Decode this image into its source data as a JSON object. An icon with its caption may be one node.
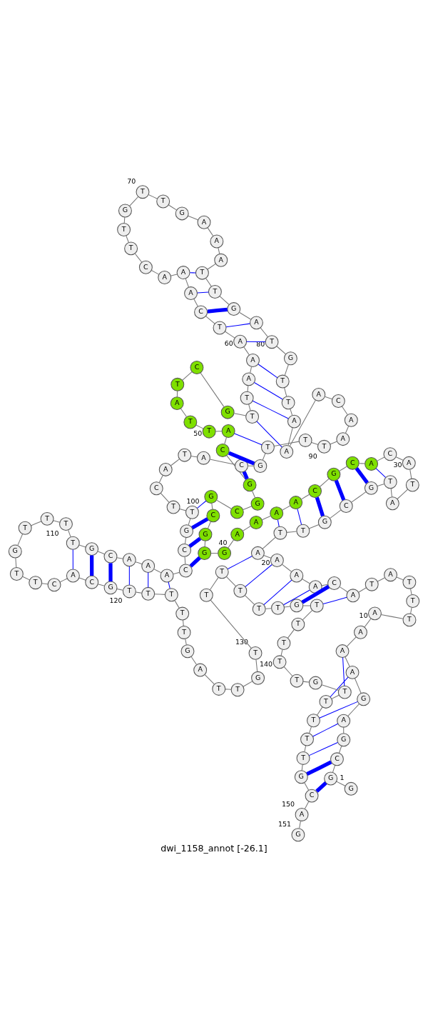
{
  "diagram": {
    "caption": "dwi_1158_annot [-26.1]",
    "nodes": [
      {
        "text": [
          "G"
        ],
        "beside": [
          "1"
        ]
      },
      {
        "text": [
          "G"
        ]
      },
      {
        "text": [
          "C"
        ]
      },
      {
        "text": [
          "G"
        ]
      },
      {
        "text": [
          "A"
        ]
      },
      {
        "text": [
          "G"
        ]
      },
      {
        "text": [
          "A"
        ]
      },
      {
        "text": [
          "A"
        ]
      },
      {
        "text": [
          "A"
        ]
      },
      {
        "text": [
          "A"
        ],
        "beside": [
          "10"
        ]
      },
      {
        "text": [
          "T"
        ]
      },
      {
        "text": [
          "T"
        ]
      },
      {
        "text": [
          "T"
        ]
      },
      {
        "text": [
          "A"
        ]
      },
      {
        "text": [
          "T"
        ]
      },
      {
        "text": [
          "A"
        ]
      },
      {
        "text": [
          "C"
        ]
      },
      {
        "text": [
          "A"
        ]
      },
      {
        "text": [
          "A"
        ]
      },
      {
        "text": [
          "A"
        ],
        "beside": [
          "20"
        ]
      },
      {
        "text": [
          "A"
        ]
      },
      {
        "text": [
          "T"
        ]
      },
      {
        "text": [
          "T"
        ]
      },
      {
        "text": [
          "G"
        ]
      },
      {
        "text": [
          "C"
        ]
      },
      {
        "text": [
          "G"
        ]
      },
      {
        "text": [
          "T"
        ]
      },
      {
        "text": [
          "A"
        ]
      },
      {
        "text": [
          "T"
        ]
      },
      {
        "text": [
          "A"
        ],
        "beside": [
          "30"
        ]
      },
      {
        "text": [
          "C"
        ]
      },
      {
        "text": [
          "A"
        ]
      },
      {
        "text": [
          "C"
        ]
      },
      {
        "text": [
          "G"
        ]
      },
      {
        "text": [
          "C"
        ]
      },
      {
        "text": [
          "A"
        ]
      },
      {
        "text": [
          "A"
        ]
      },
      {
        "text": [
          "A"
        ]
      },
      {
        "text": [
          "A"
        ]
      },
      {
        "text": [
          "G"
        ],
        "beside": [
          "40"
        ]
      },
      {
        "text": [
          "G"
        ]
      },
      {
        "text": [
          "G"
        ]
      },
      {
        "text": [
          "C"
        ]
      },
      {
        "text": [
          "G"
        ]
      },
      {
        "text": [
          "C"
        ]
      },
      {
        "text": [
          "G"
        ]
      },
      {
        "text": [
          "G"
        ]
      },
      {
        "text": [
          "C"
        ]
      },
      {
        "text": [
          "A"
        ]
      },
      {
        "text": [
          "T"
        ],
        "beside": [
          "50"
        ]
      },
      {
        "text": [
          "T"
        ]
      },
      {
        "text": [
          "A"
        ]
      },
      {
        "text": [
          "T"
        ]
      },
      {
        "text": [
          "C"
        ]
      },
      {
        "text": [
          "G"
        ]
      },
      {
        "text": [
          "T"
        ]
      },
      {
        "text": [
          "T"
        ]
      },
      {
        "text": [
          "A"
        ]
      },
      {
        "text": [
          "A"
        ]
      },
      {
        "text": [
          "A"
        ],
        "beside": [
          "60"
        ]
      },
      {
        "text": [
          "T"
        ]
      },
      {
        "text": [
          "C"
        ]
      },
      {
        "text": [
          "A"
        ]
      },
      {
        "text": [
          "A"
        ]
      },
      {
        "text": [
          "A"
        ]
      },
      {
        "text": [
          "C"
        ]
      },
      {
        "text": [
          "T"
        ]
      },
      {
        "text": [
          "T"
        ]
      },
      {
        "text": [
          "G"
        ]
      },
      {
        "text": [
          "T"
        ],
        "beside": [
          "70"
        ]
      },
      {
        "text": [
          "T"
        ]
      },
      {
        "text": [
          "G"
        ]
      },
      {
        "text": [
          "A"
        ]
      },
      {
        "text": [
          "A"
        ]
      },
      {
        "text": [
          "A"
        ]
      },
      {
        "text": [
          "T"
        ]
      },
      {
        "text": [
          "T"
        ]
      },
      {
        "text": [
          "G"
        ]
      },
      {
        "text": [
          "A"
        ]
      },
      {
        "text": [
          "T"
        ],
        "beside": [
          "80"
        ]
      },
      {
        "text": [
          "G"
        ]
      },
      {
        "text": [
          "T"
        ]
      },
      {
        "text": [
          "T"
        ]
      },
      {
        "text": [
          "A"
        ]
      },
      {
        "text": [
          "A"
        ]
      },
      {
        "text": [
          "A"
        ]
      },
      {
        "text": [
          "C"
        ]
      },
      {
        "text": [
          "A"
        ]
      },
      {
        "text": [
          "A"
        ]
      },
      {
        "text": [
          "T"
        ],
        "beside": [
          "90"
        ]
      },
      {
        "text": [
          "T"
        ]
      },
      {
        "text": [
          "T"
        ]
      },
      {
        "text": [
          "G"
        ]
      },
      {
        "text": [
          "C"
        ]
      },
      {
        "text": [
          "A"
        ]
      },
      {
        "text": [
          "T"
        ]
      },
      {
        "text": [
          "A"
        ]
      },
      {
        "text": [
          "C"
        ]
      },
      {
        "text": [
          "T"
        ]
      },
      {
        "text": [
          "T"
        ],
        "beside": [
          "100"
        ]
      },
      {
        "text": [
          "G"
        ]
      },
      {
        "text": [
          "C"
        ]
      },
      {
        "text": [
          "C"
        ]
      },
      {
        "text": [
          "A"
        ]
      },
      {
        "text": [
          "A"
        ]
      },
      {
        "text": [
          "A"
        ]
      },
      {
        "text": [
          "C"
        ]
      },
      {
        "text": [
          "G"
        ]
      },
      {
        "text": [
          "T"
        ]
      },
      {
        "text": [
          "T"
        ],
        "beside": [
          "110"
        ]
      },
      {
        "text": [
          "T"
        ]
      },
      {
        "text": [
          "T"
        ]
      },
      {
        "text": [
          "G"
        ]
      },
      {
        "text": [
          "T"
        ]
      },
      {
        "text": [
          "T"
        ]
      },
      {
        "text": [
          "C"
        ]
      },
      {
        "text": [
          "A"
        ]
      },
      {
        "text": [
          "C"
        ]
      },
      {
        "text": [
          "G"
        ]
      },
      {
        "text": [
          "T"
        ],
        "beside": [
          "120"
        ]
      },
      {
        "text": [
          "T"
        ]
      },
      {
        "text": [
          "T"
        ]
      },
      {
        "text": [
          "T"
        ]
      },
      {
        "text": [
          "T"
        ]
      },
      {
        "text": [
          "G"
        ]
      },
      {
        "text": [
          "A"
        ]
      },
      {
        "text": [
          "T"
        ]
      },
      {
        "text": [
          "T"
        ]
      },
      {
        "text": [
          "G"
        ]
      },
      {
        "text": [
          "T"
        ],
        "beside": [
          "130"
        ]
      },
      {
        "text": [
          "T"
        ]
      },
      {
        "text": [
          "T"
        ]
      },
      {
        "text": [
          "T"
        ]
      },
      {
        "text": [
          "T"
        ]
      },
      {
        "text": [
          "T"
        ]
      },
      {
        "text": [
          "G"
        ]
      },
      {
        "text": [
          "T"
        ]
      },
      {
        "text": [
          "T"
        ]
      },
      {
        "text": [
          "T"
        ]
      },
      {
        "text": [
          "T"
        ],
        "beside": [
          "140"
        ]
      },
      {
        "text": [
          "T"
        ]
      },
      {
        "text": [
          "G"
        ]
      },
      {
        "text": [
          "T"
        ]
      },
      {
        "text": [
          "T"
        ]
      },
      {
        "text": [
          "T"
        ]
      },
      {
        "text": [
          "T"
        ]
      },
      {
        "text": [
          "T"
        ]
      },
      {
        "text": [
          "G"
        ]
      },
      {
        "text": [
          "C"
        ]
      },
      {
        "text": [
          "A"
        ],
        "beside": [
          "150"
        ]
      },
      {
        "text": [
          "G"
        ],
        "beside": [
          "151"
        ]
      }
    ],
    "edges": [
      {
        "from": 0,
        "to": 1,
        "arrow": "none"
      },
      {
        "from": 1,
        "to": 2,
        "arrow": "none"
      },
      {
        "from": 2,
        "to": 3,
        "arrow": "none"
      },
      {
        "from": 3,
        "to": 4,
        "arrow": "none"
      },
      {
        "from": 4,
        "to": 5,
        "arrow": "none"
      },
      {
        "from": 5,
        "to": 6,
        "arrow": "none"
      },
      {
        "from": 6,
        "to": 7,
        "arrow": "none"
      },
      {
        "from": 7,
        "to": 8,
        "arrow": "none"
      },
      {
        "from": 8,
        "to": 9,
        "arrow": "none"
      },
      {
        "from": 9,
        "to": 10,
        "arrow": "none"
      },
      {
        "from": 10,
        "to": 11,
        "arrow": "none"
      },
      {
        "from": 11,
        "to": 12,
        "arrow": "none"
      },
      {
        "from": 12,
        "to": 13,
        "arrow": "none"
      },
      {
        "from": 13,
        "to": 14,
        "arrow": "none"
      },
      {
        "from": 14,
        "to": 15,
        "arrow": "none"
      },
      {
        "from": 15,
        "to": 16,
        "arrow": "none"
      },
      {
        "from": 16,
        "to": 17,
        "arrow": "none"
      },
      {
        "from": 17,
        "to": 18,
        "arrow": "none"
      },
      {
        "from": 18,
        "to": 19,
        "arrow": "none"
      },
      {
        "from": 19,
        "to": 20,
        "arrow": "none"
      },
      {
        "from": 20,
        "to": 21,
        "arrow": "none"
      },
      {
        "from": 21,
        "to": 22,
        "arrow": "none"
      },
      {
        "from": 22,
        "to": 23,
        "arrow": "none"
      },
      {
        "from": 23,
        "to": 24,
        "arrow": "none"
      },
      {
        "from": 24,
        "to": 25,
        "arrow": "none"
      },
      {
        "from": 25,
        "to": 26,
        "arrow": "none"
      },
      {
        "from": 26,
        "to": 27,
        "arrow": "none"
      },
      {
        "from": 27,
        "to": 28,
        "arrow": "none"
      },
      {
        "from": 28,
        "to": 29,
        "arrow": "none"
      },
      {
        "from": 29,
        "to": 30,
        "arrow": "none"
      },
      {
        "from": 30,
        "to": 31,
        "arrow": "none"
      },
      {
        "from": 31,
        "to": 32,
        "arrow": "none"
      },
      {
        "from": 32,
        "to": 33,
        "arrow": "none"
      },
      {
        "from": 33,
        "to": 34,
        "arrow": "none"
      },
      {
        "from": 34,
        "to": 35,
        "arrow": "none"
      },
      {
        "from": 35,
        "to": 36,
        "arrow": "none"
      },
      {
        "from": 36,
        "to": 37,
        "arrow": "none"
      },
      {
        "from": 37,
        "to": 38,
        "arrow": "none"
      },
      {
        "from": 38,
        "to": 39,
        "arrow": "none"
      },
      {
        "from": 39,
        "to": 40,
        "arrow": "none"
      },
      {
        "from": 40,
        "to": 41,
        "arrow": "none"
      },
      {
        "from": 41,
        "to": 42,
        "arrow": "none"
      },
      {
        "from": 42,
        "to": 43,
        "arrow": "none"
      },
      {
        "from": 43,
        "to": 44,
        "arrow": "none"
      },
      {
        "from": 44,
        "to": 45,
        "arrow": "none"
      },
      {
        "from": 45,
        "to": 46,
        "arrow": "none"
      },
      {
        "from": 46,
        "to": 47,
        "arrow": "none"
      },
      {
        "from": 47,
        "to": 48,
        "arrow": "none"
      },
      {
        "from": 48,
        "to": 49,
        "arrow": "none"
      },
      {
        "from": 49,
        "to": 50,
        "arrow": "none"
      },
      {
        "from": 50,
        "to": 51,
        "arrow": "none"
      },
      {
        "from": 51,
        "to": 52,
        "arrow": "none"
      },
      {
        "from": 52,
        "to": 53,
        "arrow": "none"
      },
      {
        "from": 53,
        "to": 54,
        "arrow": "none"
      },
      {
        "from": 54,
        "to": 55,
        "arrow": "none"
      },
      {
        "from": 55,
        "to": 56,
        "arrow": "none"
      },
      {
        "from": 56,
        "to": 57,
        "arrow": "none"
      },
      {
        "from": 57,
        "to": 58,
        "arrow": "none"
      },
      {
        "from": 58,
        "to": 59,
        "arrow": "none"
      },
      {
        "from": 59,
        "to": 60,
        "arrow": "none"
      },
      {
        "from": 60,
        "to": 61,
        "arrow": "none"
      },
      {
        "from": 61,
        "to": 62,
        "arrow": "none"
      },
      {
        "from": 62,
        "to": 63,
        "arrow": "none"
      },
      {
        "from": 63,
        "to": 64,
        "arrow": "none"
      },
      {
        "from": 64,
        "to": 65,
        "arrow": "none"
      },
      {
        "from": 65,
        "to": 66,
        "arrow": "none"
      },
      {
        "from": 66,
        "to": 67,
        "arrow": "none"
      },
      {
        "from": 67,
        "to": 68,
        "arrow": "none"
      },
      {
        "from": 68,
        "to": 69,
        "arrow": "none"
      },
      {
        "from": 69,
        "to": 70,
        "arrow": "none"
      },
      {
        "from": 70,
        "to": 71,
        "arrow": "none"
      },
      {
        "from": 71,
        "to": 72,
        "arrow": "none"
      },
      {
        "from": 72,
        "to": 73,
        "arrow": "none"
      },
      {
        "from": 73,
        "to": 74,
        "arrow": "none"
      },
      {
        "from": 74,
        "to": 75,
        "arrow": "none"
      },
      {
        "from": 75,
        "to": 76,
        "arrow": "none"
      },
      {
        "from": 76,
        "to": 77,
        "arrow": "none"
      },
      {
        "from": 77,
        "to": 78,
        "arrow": "none"
      },
      {
        "from": 78,
        "to": 79,
        "arrow": "none"
      },
      {
        "from": 79,
        "to": 80,
        "arrow": "none"
      },
      {
        "from": 80,
        "to": 81,
        "arrow": "none"
      },
      {
        "from": 81,
        "to": 82,
        "arrow": "none"
      },
      {
        "from": 82,
        "to": 83,
        "arrow": "none"
      },
      {
        "from": 83,
        "to": 84,
        "arrow": "none"
      },
      {
        "from": 84,
        "to": 85,
        "arrow": "none"
      },
      {
        "from": 85,
        "to": 86,
        "arrow": "none"
      },
      {
        "from": 86,
        "to": 87,
        "arrow": "none"
      },
      {
        "from": 87,
        "to": 88,
        "arrow": "none"
      },
      {
        "from": 88,
        "to": 89,
        "arrow": "none"
      },
      {
        "from": 89,
        "to": 90,
        "arrow": "none"
      },
      {
        "from": 90,
        "to": 91,
        "arrow": "none"
      },
      {
        "from": 91,
        "to": 92,
        "arrow": "none"
      },
      {
        "from": 92,
        "to": 93,
        "arrow": "none"
      },
      {
        "from": 93,
        "to": 94,
        "arrow": "none"
      },
      {
        "from": 94,
        "to": 95,
        "arrow": "none"
      },
      {
        "from": 95,
        "to": 96,
        "arrow": "none"
      },
      {
        "from": 96,
        "to": 97,
        "arrow": "none"
      },
      {
        "from": 97,
        "to": 98,
        "arrow": "none"
      },
      {
        "from": 98,
        "to": 99,
        "arrow": "none"
      },
      {
        "from": 99,
        "to": 100,
        "arrow": "none"
      },
      {
        "from": 100,
        "to": 101,
        "arrow": "none"
      },
      {
        "from": 101,
        "to": 102,
        "arrow": "none"
      },
      {
        "from": 102,
        "to": 103,
        "arrow": "none"
      },
      {
        "from": 103,
        "to": 104,
        "arrow": "none"
      },
      {
        "from": 104,
        "to": 105,
        "arrow": "none"
      },
      {
        "from": 105,
        "to": 106,
        "arrow": "none"
      },
      {
        "from": 106,
        "to": 107,
        "arrow": "none"
      },
      {
        "from": 107,
        "to": 108,
        "arrow": "none"
      },
      {
        "from": 108,
        "to": 109,
        "arrow": "none"
      },
      {
        "from": 109,
        "to": 110,
        "arrow": "none"
      },
      {
        "from": 110,
        "to": 111,
        "arrow": "none"
      },
      {
        "from": 111,
        "to": 112,
        "arrow": "none"
      },
      {
        "from": 112,
        "to": 113,
        "arrow": "none"
      },
      {
        "from": 113,
        "to": 114,
        "arrow": "none"
      },
      {
        "from": 114,
        "to": 115,
        "arrow": "none"
      },
      {
        "from": 115,
        "to": 116,
        "arrow": "none"
      },
      {
        "from": 116,
        "to": 117,
        "arrow": "none"
      },
      {
        "from": 117,
        "to": 118,
        "arrow": "none"
      },
      {
        "from": 118,
        "to": 119,
        "arrow": "none"
      },
      {
        "from": 119,
        "to": 120,
        "arrow": "none"
      },
      {
        "from": 120,
        "to": 121,
        "arrow": "none"
      },
      {
        "from": 121,
        "to": 122,
        "arrow": "none"
      },
      {
        "from": 122,
        "to": 123,
        "arrow": "none"
      },
      {
        "from": 123,
        "to": 124,
        "arrow": "none"
      },
      {
        "from": 124,
        "to": 125,
        "arrow": "none"
      },
      {
        "from": 125,
        "to": 126,
        "arrow": "none"
      },
      {
        "from": 126,
        "to": 127,
        "arrow": "none"
      },
      {
        "from": 127,
        "to": 128,
        "arrow": "none"
      },
      {
        "from": 128,
        "to": 129,
        "arrow": "none"
      },
      {
        "from": 129,
        "to": 130,
        "arrow": "none"
      },
      {
        "from": 130,
        "to": 131,
        "arrow": "none"
      },
      {
        "from": 131,
        "to": 132,
        "arrow": "none"
      },
      {
        "from": 132,
        "to": 133,
        "arrow": "none"
      },
      {
        "from": 133,
        "to": 134,
        "arrow": "none"
      },
      {
        "from": 134,
        "to": 135,
        "arrow": "none"
      },
      {
        "from": 135,
        "to": 136,
        "arrow": "none"
      },
      {
        "from": 136,
        "to": 137,
        "arrow": "none"
      },
      {
        "from": 137,
        "to": 138,
        "arrow": "none"
      },
      {
        "from": 138,
        "to": 139,
        "arrow": "none"
      },
      {
        "from": 139,
        "to": 140,
        "arrow": "none"
      },
      {
        "from": 140,
        "to": 141,
        "arrow": "none"
      },
      {
        "from": 141,
        "to": 142,
        "arrow": "none"
      },
      {
        "from": 142,
        "to": 143,
        "arrow": "none"
      },
      {
        "from": 143,
        "to": 144,
        "arrow": "none"
      },
      {
        "from": 144,
        "to": 145,
        "arrow": "none"
      },
      {
        "from": 145,
        "to": 146,
        "arrow": "none"
      },
      {
        "from": 146,
        "to": 147,
        "arrow": "none"
      },
      {
        "from": 147,
        "to": 148,
        "arrow": "none"
      },
      {
        "from": 148,
        "to": 149,
        "arrow": "none"
      },
      {
        "from": 149,
        "to": 150,
        "arrow": "none"
      },
      {
        "from": 1,
        "to": 148,
        "arrow": "none",
        "style": "thick",
        "color": "#0000ff"
      },
      {
        "from": 2,
        "to": 147,
        "arrow": "none",
        "style": "thick",
        "color": "#0000ff"
      },
      {
        "from": 3,
        "to": 146,
        "arrow": "none",
        "color": "#0000ff"
      },
      {
        "from": 4,
        "to": 145,
        "arrow": "none",
        "color": "#0000ff"
      },
      {
        "from": 5,
        "to": 144,
        "arrow": "none",
        "color": "#0000ff"
      },
      {
        "from": 6,
        "to": 143,
        "arrow": "none",
        "color": "#0000ff"
      },
      {
        "from": 7,
        "to": 142,
        "arrow": "none",
        "color": "#0000ff"
      },
      {
        "from": 15,
        "to": 136,
        "arrow": "none",
        "color": "#0000ff"
      },
      {
        "from": 16,
        "to": 135,
        "arrow": "none",
        "style": "thick",
        "color": "#0000ff"
      },
      {
        "from": 17,
        "to": 134,
        "arrow": "none",
        "color": "#0000ff"
      },
      {
        "from": 18,
        "to": 133,
        "arrow": "none",
        "color": "#0000ff"
      },
      {
        "from": 19,
        "to": 132,
        "arrow": "none",
        "color": "#0000ff"
      },
      {
        "from": 20,
        "to": 131,
        "arrow": "none",
        "color": "#0000ff"
      },
      {
        "from": 21,
        "to": 36,
        "arrow": "none",
        "color": "#0000ff"
      },
      {
        "from": 22,
        "to": 35,
        "arrow": "none",
        "color": "#0000ff"
      },
      {
        "from": 23,
        "to": 34,
        "arrow": "none",
        "style": "thick",
        "color": "#0000ff"
      },
      {
        "from": 24,
        "to": 33,
        "arrow": "none",
        "style": "thick",
        "color": "#0000ff"
      },
      {
        "from": 25,
        "to": 32,
        "arrow": "none",
        "style": "thick",
        "color": "#0000ff"
      },
      {
        "from": 26,
        "to": 31,
        "arrow": "none",
        "color": "#0000ff"
      },
      {
        "from": 40,
        "to": 102,
        "arrow": "none",
        "style": "thick",
        "color": "#0000ff"
      },
      {
        "from": 41,
        "to": 101,
        "arrow": "none",
        "style": "thick",
        "color": "#0000ff"
      },
      {
        "from": 42,
        "to": 100,
        "arrow": "none",
        "style": "thick",
        "color": "#0000ff"
      },
      {
        "from": 43,
        "to": 99,
        "arrow": "none",
        "color": "#0000ff"
      },
      {
        "from": 46,
        "to": 93,
        "arrow": "none",
        "style": "thick",
        "color": "#0000ff"
      },
      {
        "from": 47,
        "to": 92,
        "arrow": "none",
        "style": "thick",
        "color": "#0000ff"
      },
      {
        "from": 48,
        "to": 91,
        "arrow": "none",
        "color": "#0000ff"
      },
      {
        "from": 55,
        "to": 84,
        "arrow": "none",
        "color": "#0000ff"
      },
      {
        "from": 56,
        "to": 83,
        "arrow": "none",
        "color": "#0000ff"
      },
      {
        "from": 57,
        "to": 82,
        "arrow": "none",
        "color": "#0000ff"
      },
      {
        "from": 58,
        "to": 81,
        "arrow": "none",
        "color": "#0000ff"
      },
      {
        "from": 59,
        "to": 79,
        "arrow": "none",
        "color": "#0000ff"
      },
      {
        "from": 60,
        "to": 78,
        "arrow": "none",
        "color": "#0000ff"
      },
      {
        "from": 61,
        "to": 77,
        "arrow": "none",
        "style": "thick",
        "color": "#0000ff"
      },
      {
        "from": 62,
        "to": 76,
        "arrow": "none",
        "color": "#0000ff"
      },
      {
        "from": 63,
        "to": 75,
        "arrow": "none",
        "color": "#0000ff"
      },
      {
        "from": 103,
        "to": 121,
        "arrow": "none",
        "color": "#0000ff"
      },
      {
        "from": 104,
        "to": 120,
        "arrow": "none",
        "color": "#0000ff"
      },
      {
        "from": 105,
        "to": 119,
        "arrow": "none",
        "color": "#0000ff"
      },
      {
        "from": 106,
        "to": 118,
        "arrow": "none",
        "style": "thick",
        "color": "#0000ff"
      },
      {
        "from": 107,
        "to": 117,
        "arrow": "none",
        "style": "thick",
        "color": "#0000ff"
      },
      {
        "from": 108,
        "to": 116,
        "arrow": "none",
        "color": "#0000ff"
      }
    ]
  }
}
